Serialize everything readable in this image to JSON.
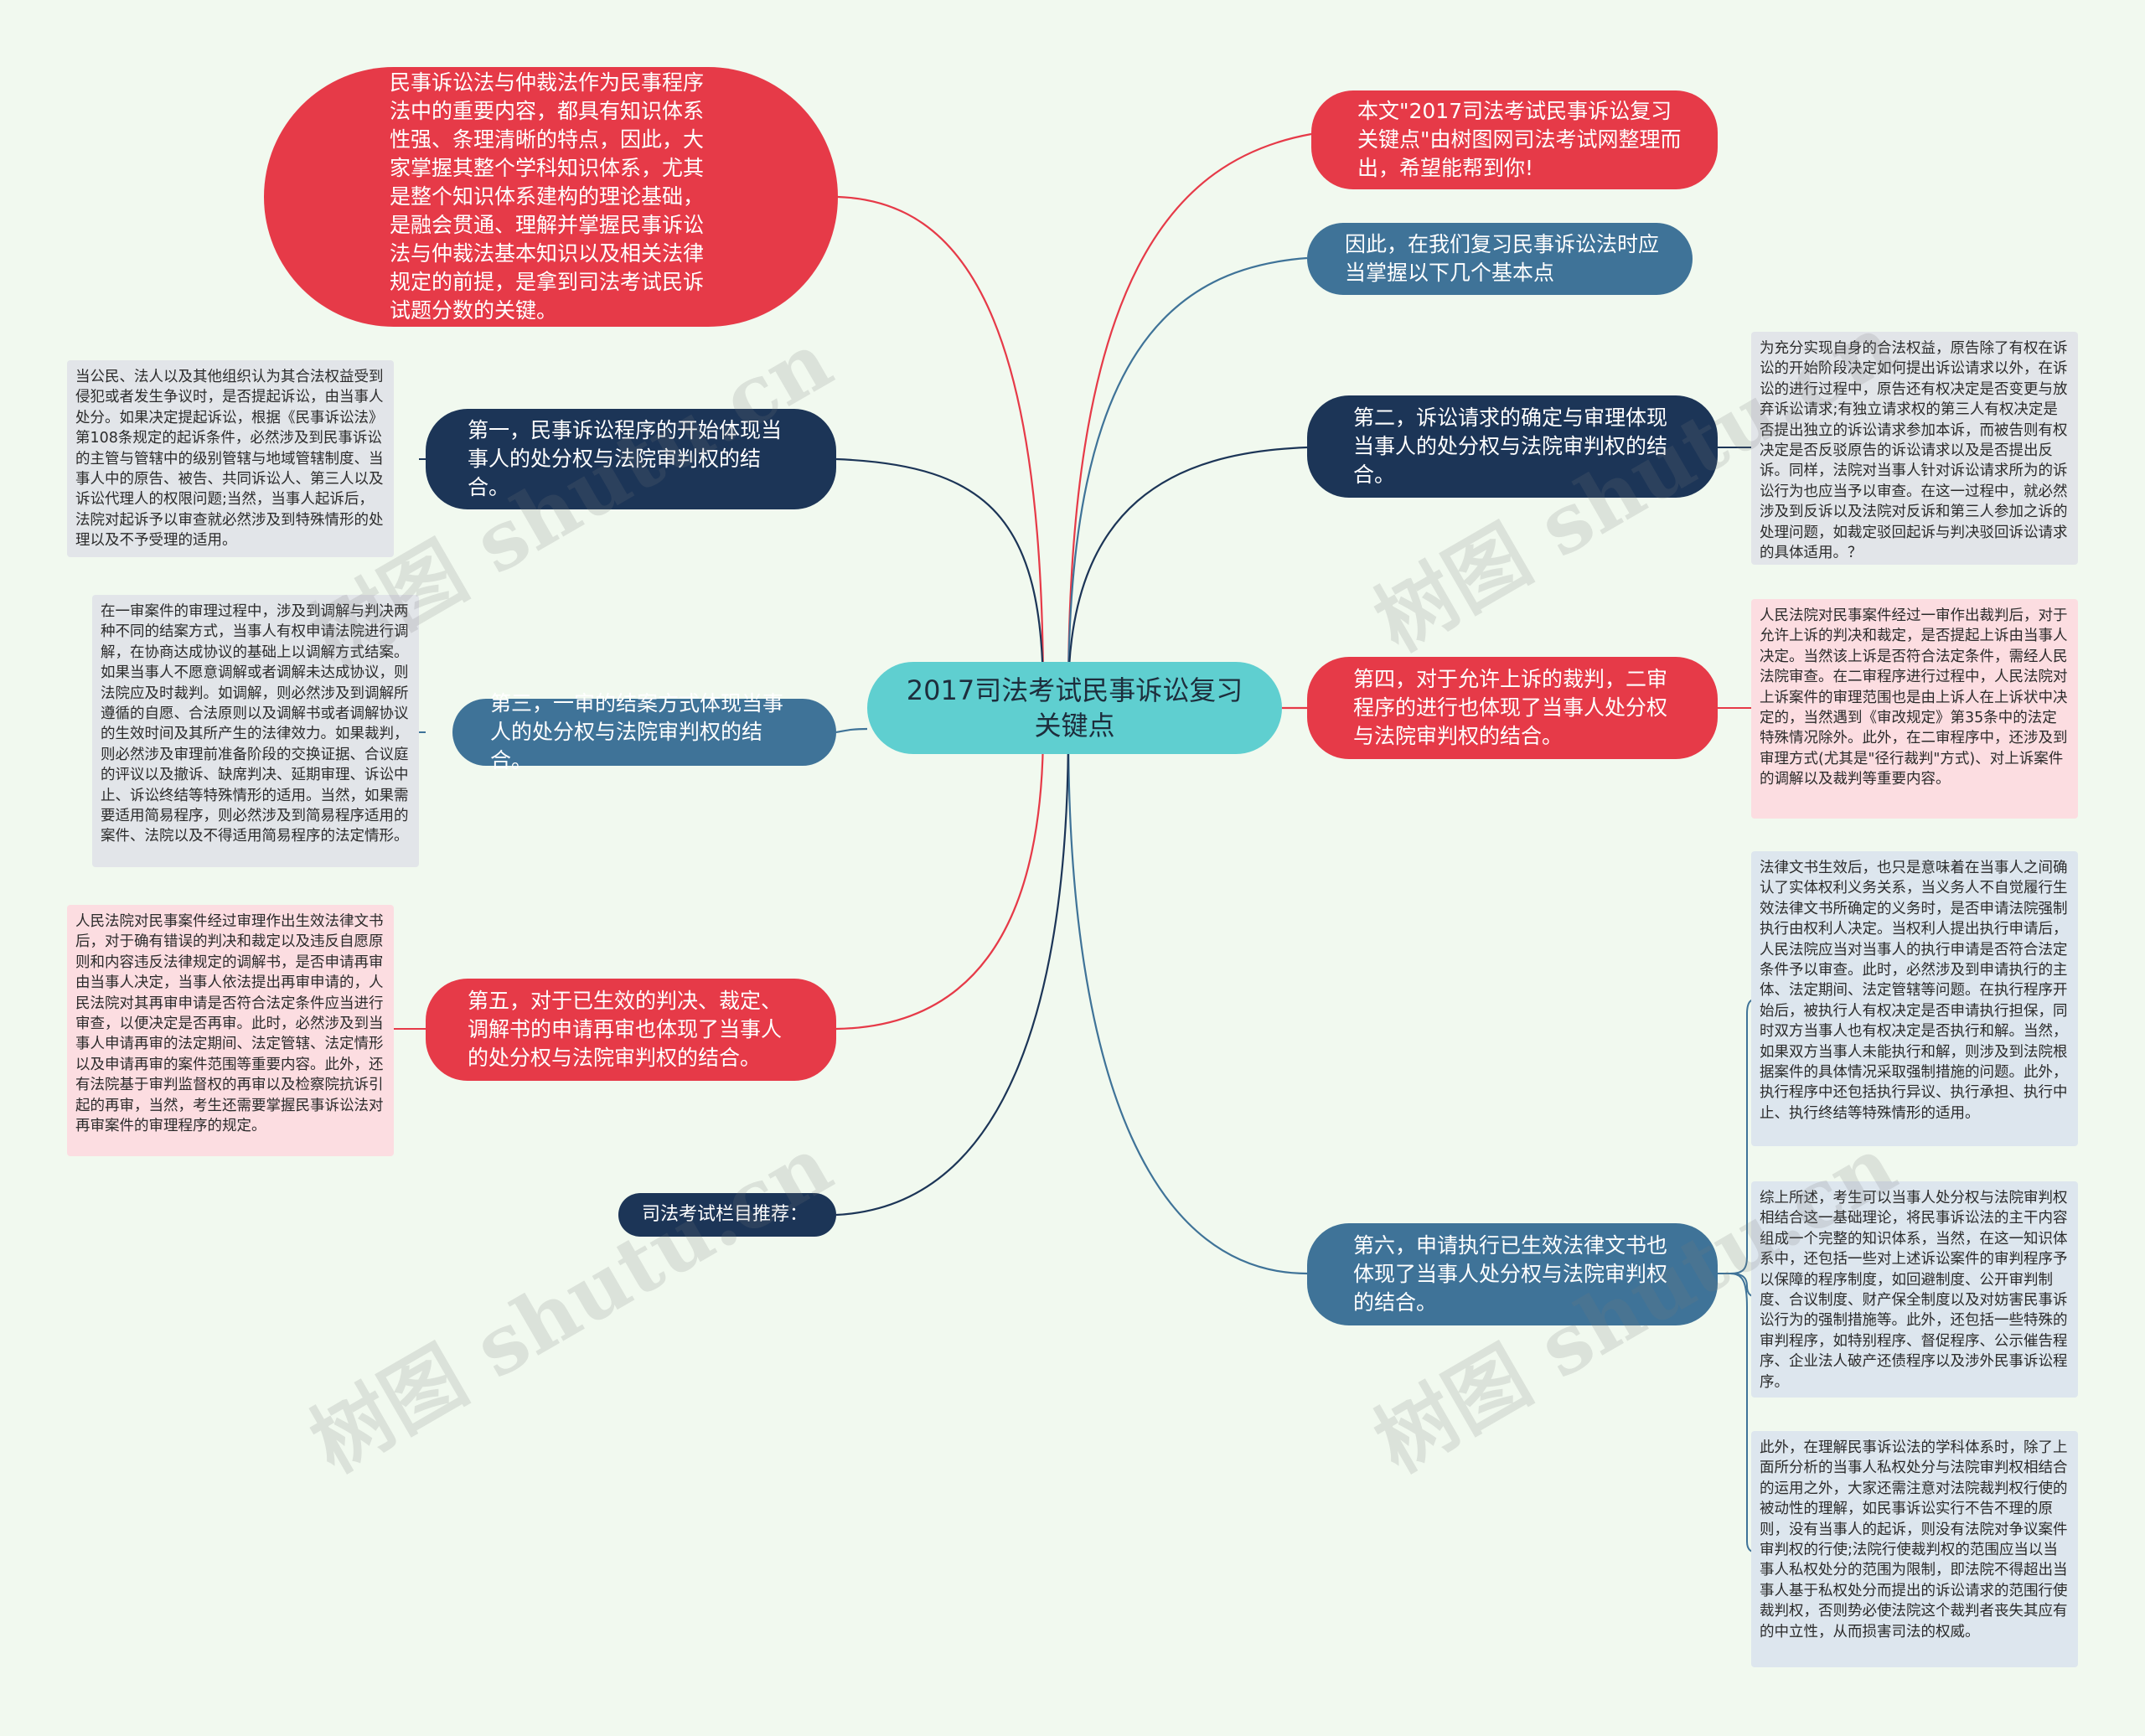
{
  "colors": {
    "background": "#f1f9ef",
    "center": "#5fcfd0",
    "red": "#e63a48",
    "navy": "#1c3557",
    "steel": "#3f7398",
    "note_gray": "#e2e5e9",
    "note_pink": "#fcdde1",
    "note_blue": "#dde6ee"
  },
  "center": {
    "title": "2017司法考试民事诉讼复习关键点"
  },
  "intro": {
    "text": "民事诉讼法与仲裁法作为民事程序法中的重要内容，都具有知识体系性强、条理清晰的特点，因此，大家掌握其整个学科知识体系，尤其是整个知识体系建构的理论基础，是融会贯通、理解并掌握民事诉讼法与仲裁法基本知识以及相关法律规定的前提，是拿到司法考试民诉试题分数的关键。"
  },
  "source_note": {
    "text": "本文\"2017司法考试民事诉讼复习关键点\"由树图网司法考试网整理而出，希望能帮到你!"
  },
  "lead": {
    "text": "因此，在我们复习民事诉讼法时应当掌握以下几个基本点"
  },
  "branches": [
    {
      "label": "第一，民事诉讼程序的开始体现当事人的处分权与法院审判权的结合。",
      "note": "当公民、法人以及其他组织认为其合法权益受到侵犯或者发生争议时，是否提起诉讼，由当事人处分。如果决定提起诉讼，根据《民事诉讼法》第108条规定的起诉条件，必然涉及到民事诉讼的主管与管辖中的级别管辖与地域管辖制度、当事人中的原告、被告、共同诉讼人、第三人以及诉讼代理人的权限问题;当然，当事人起诉后，法院对起诉予以审查就必然涉及到特殊情形的处理以及不予受理的适用。"
    },
    {
      "label": "第二，诉讼请求的确定与审理体现当事人的处分权与法院审判权的结合。",
      "note": "为充分实现自身的合法权益，原告除了有权在诉讼的开始阶段决定如何提出诉讼请求以外，在诉讼的进行过程中，原告还有权决定是否变更与放弃诉讼请求;有独立请求权的第三人有权决定是否提出独立的诉讼请求参加本诉，而被告则有权决定是否反驳原告的诉讼请求以及是否提出反诉。同样，法院对当事人针对诉讼请求所为的诉讼行为也应当予以审查。在这一过程中，就必然涉及到反诉以及法院对反诉和第三人参加之诉的处理问题，如裁定驳回起诉与判决驳回诉讼请求的具体适用。？"
    },
    {
      "label": "第三，一审的结案方式体现当事人的处分权与法院审判权的结合。",
      "note": "在一审案件的审理过程中，涉及到调解与判决两种不同的结案方式，当事人有权申请法院进行调解，在协商达成协议的基础上以调解方式结案。如果当事人不愿意调解或者调解未达成协议，则法院应及时裁判。如调解，则必然涉及到调解所遵循的自愿、合法原则以及调解书或者调解协议的生效时间及其所产生的法律效力。如果裁判，则必然涉及审理前准备阶段的交换证据、合议庭的评议以及撤诉、缺席判决、延期审理、诉讼中止、诉讼终结等特殊情形的适用。当然，如果需要适用简易程序，则必然涉及到简易程序适用的案件、法院以及不得适用简易程序的法定情形。"
    },
    {
      "label": "第四，对于允许上诉的裁判，二审程序的进行也体现了当事人处分权与法院审判权的结合。",
      "note": "人民法院对民事案件经过一审作出裁判后，对于允许上诉的判决和裁定，是否提起上诉由当事人决定。当然该上诉是否符合法定条件，需经人民法院审查。在二审程序进行过程中，人民法院对上诉案件的审理范围也是由上诉人在上诉状中决定的，当然遇到《审改规定》第35条中的法定特殊情况除外。此外，在二审程序中，还涉及到审理方式(尤其是\"径行裁判\"方式)、对上诉案件的调解以及裁判等重要内容。"
    },
    {
      "label": "第五，对于已生效的判决、裁定、调解书的申请再审也体现了当事人的处分权与法院审判权的结合。",
      "note": "人民法院对民事案件经过审理作出生效法律文书后，对于确有错误的判决和裁定以及违反自愿原则和内容违反法律规定的调解书，是否申请再审由当事人决定，当事人依法提出再审申请的，人民法院对其再审申请是否符合法定条件应当进行审查，以便决定是否再审。此时，必然涉及到当事人申请再审的法定期间、法定管辖、法定情形以及申请再审的案件范围等重要内容。此外，还有法院基于审判监督权的再审以及检察院抗诉引起的再审，当然，考生还需要掌握民事诉讼法对再审案件的审理程序的规定。"
    },
    {
      "label": "第六，申请执行已生效法律文书也体现了当事人处分权与法院审判权的结合。",
      "notes": [
        "法律文书生效后，也只是意味着在当事人之间确认了实体权利义务关系，当义务人不自觉履行生效法律文书所确定的义务时，是否申请法院强制执行由权利人决定。当权利人提出执行申请后，人民法院应当对当事人的执行申请是否符合法定条件予以审查。此时，必然涉及到申请执行的主体、法定期间、法定管辖等问题。在执行程序开始后，被执行人有权决定是否申请执行担保，同时双方当事人也有权决定是否执行和解。当然，如果双方当事人未能执行和解，则涉及到法院根据案件的具体情况采取强制措施的问题。此外，执行程序中还包括执行异议、执行承担、执行中止、执行终结等特殊情形的适用。",
        "综上所述，考生可以当事人处分权与法院审判权相结合这一基础理论，将民事诉讼法的主干内容组成一个完整的知识体系，当然，在这一知识体系中，还包括一些对上述诉讼案件的审判程序予以保障的程序制度，如回避制度、公开审判制度、合议制度、财产保全制度以及对妨害民事诉讼行为的强制措施等。此外，还包括一些特殊的审判程序，如特别程序、督促程序、公示催告程序、企业法人破产还债程序以及涉外民事诉讼程序。",
        "此外，在理解民事诉讼法的学科体系时，除了上面所分析的当事人私权处分与法院审判权相结合的运用之外，大家还需注意对法院裁判权行使的被动性的理解，如民事诉讼实行不告不理的原则，没有当事人的起诉，则没有法院对争议案件审判权的行使;法院行使裁判权的范围应当以当事人私权处分的范围为限制，即法院不得超出当事人基于私权处分而提出的诉讼请求的范围行使裁判权，否则势必使法院这个裁判者丧失其应有的中立性，从而损害司法的权威。"
      ]
    }
  ],
  "recommend": {
    "label": "司法考试栏目推荐："
  },
  "watermark": {
    "text": "树图 shutu.cn"
  }
}
